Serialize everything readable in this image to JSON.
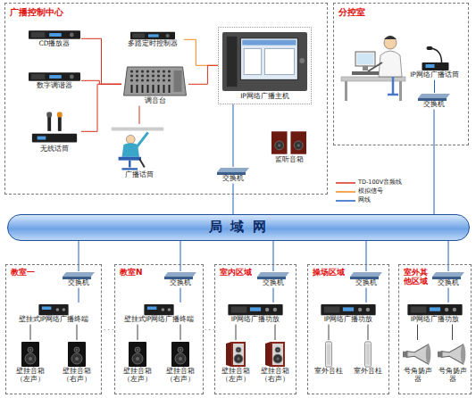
{
  "diagram": {
    "nodes": [
      {
        "text": [
          "广播控制中心"
        ]
      },
      {
        "text": [
          "CD播放器"
        ],
        "in": 0
      },
      {
        "text": [
          "数字调谐器"
        ],
        "in": 0
      },
      {
        "text": [
          "无线话筒"
        ],
        "in": 0
      },
      {
        "text": [
          "多路定时控制器"
        ],
        "in": 0
      },
      {
        "text": [
          "调音台"
        ],
        "in": 0
      },
      {
        "text": [
          "广播话筒"
        ],
        "in": 0
      },
      {
        "text": [
          "IP网络广播主机"
        ],
        "in": 0
      },
      {
        "text": [
          "监听音箱"
        ],
        "in": 0
      },
      {
        "text": [
          "交换机"
        ],
        "in": 0
      },
      {
        "text": [
          "分控室"
        ]
      },
      {
        "text": [
          "IP网络广播话筒"
        ],
        "in": 10
      },
      {
        "text": [
          "交换机"
        ],
        "in": 10
      },
      {
        "text": [
          "局 域 网"
        ]
      },
      {
        "text": [
          "教室一"
        ]
      },
      {
        "text": [
          "交换机"
        ],
        "in": 14
      },
      {
        "text": [
          "壁挂式IP网络广播终端"
        ],
        "in": 14
      },
      {
        "text": [
          "壁挂音箱（左声）"
        ],
        "in": 14
      },
      {
        "text": [
          "壁挂音箱（右声）"
        ],
        "in": 14
      },
      {
        "text": [
          "教室N"
        ]
      },
      {
        "text": [
          "交换机"
        ],
        "in": 19
      },
      {
        "text": [
          "壁挂式IP网络广播终端"
        ],
        "in": 19
      },
      {
        "text": [
          "壁挂音箱（左声）"
        ],
        "in": 19
      },
      {
        "text": [
          "壁挂音箱（右声）"
        ],
        "in": 19
      },
      {
        "text": [
          "室内区域"
        ]
      },
      {
        "text": [
          "交换机"
        ],
        "in": 24
      },
      {
        "text": [
          "IP网络广播功放"
        ],
        "in": 24
      },
      {
        "text": [
          "壁挂音箱（左声）"
        ],
        "in": 24
      },
      {
        "text": [
          "壁挂音箱（右声）"
        ],
        "in": 24
      },
      {
        "text": [
          "操场区域"
        ]
      },
      {
        "text": [
          "交换机"
        ],
        "in": 29
      },
      {
        "text": [
          "IP网络广播功放"
        ],
        "in": 29
      },
      {
        "text": [
          "室外音柱"
        ],
        "in": 29
      },
      {
        "text": [
          "室外音柱"
        ],
        "in": 29
      },
      {
        "text": [
          "室外其他区域"
        ]
      },
      {
        "text": [
          "交换机"
        ],
        "in": 34
      },
      {
        "text": [
          "IP网络广播功放"
        ],
        "in": 34
      },
      {
        "text": [
          "号角扬声器"
        ],
        "in": 34
      },
      {
        "text": [
          "号角扬声器"
        ],
        "in": 34
      }
    ],
    "edges": [
      {
        "from": 1,
        "to": 5,
        "arrow": "none"
      },
      {
        "from": 2,
        "to": 5,
        "arrow": "none"
      },
      {
        "from": 3,
        "to": 5,
        "arrow": "none"
      },
      {
        "from": 6,
        "to": 5,
        "arrow": "none"
      },
      {
        "from": 4,
        "to": 7,
        "arrow": "none"
      },
      {
        "from": 5,
        "to": 7,
        "arrow": "none"
      },
      {
        "from": 9,
        "to": 7,
        "arrow": "none"
      },
      {
        "from": 9,
        "to": 13,
        "arrow": "none"
      },
      {
        "from": 11,
        "to": 12,
        "arrow": "none"
      },
      {
        "from": 12,
        "to": 13,
        "arrow": "none"
      },
      {
        "from": 13,
        "to": 15,
        "arrow": "none"
      },
      {
        "from": 15,
        "to": 16,
        "arrow": "none"
      },
      {
        "from": 16,
        "to": 17,
        "arrow": "none"
      },
      {
        "from": 16,
        "to": 18,
        "arrow": "none"
      },
      {
        "from": 13,
        "to": 20,
        "arrow": "none"
      },
      {
        "from": 20,
        "to": 21,
        "arrow": "none"
      },
      {
        "from": 21,
        "to": 22,
        "arrow": "none"
      },
      {
        "from": 21,
        "to": 23,
        "arrow": "none"
      },
      {
        "from": 13,
        "to": 25,
        "arrow": "none"
      },
      {
        "from": 25,
        "to": 26,
        "arrow": "none"
      },
      {
        "from": 26,
        "to": 27,
        "arrow": "none"
      },
      {
        "from": 26,
        "to": 28,
        "arrow": "none"
      },
      {
        "from": 13,
        "to": 30,
        "arrow": "none"
      },
      {
        "from": 30,
        "to": 31,
        "arrow": "none"
      },
      {
        "from": 31,
        "to": 32,
        "arrow": "none"
      },
      {
        "from": 31,
        "to": 33,
        "arrow": "none"
      },
      {
        "from": 13,
        "to": 35,
        "arrow": "none"
      },
      {
        "from": 35,
        "to": 36,
        "arrow": "none"
      },
      {
        "from": 36,
        "to": 37,
        "arrow": "none"
      },
      {
        "from": 36,
        "to": 38,
        "arrow": "none"
      }
    ],
    "labels": [
      "· · ·",
      "· · ·"
    ],
    "legend": [
      {
        "text": "TD-100V音频线"
      },
      {
        "text": "模拟信号"
      },
      {
        "text": "网线"
      }
    ]
  }
}
